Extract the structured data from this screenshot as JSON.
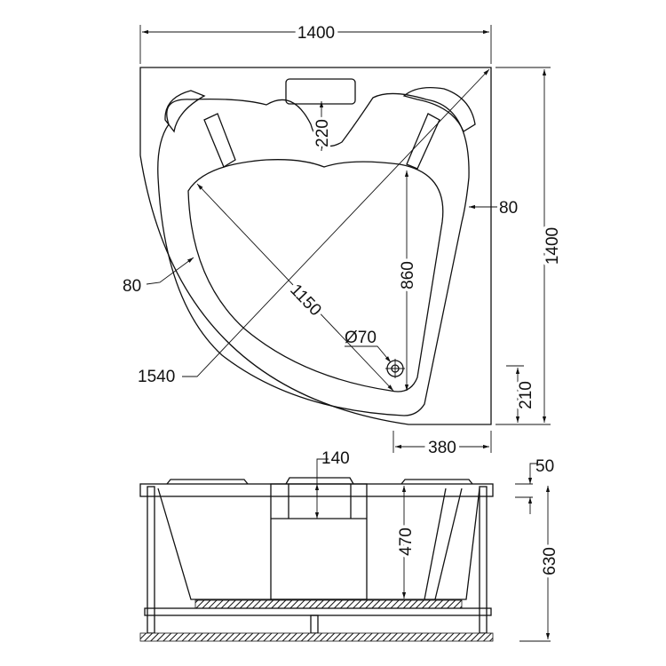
{
  "top_view": {
    "width_label": "1400",
    "depth_label": "1400",
    "headrest_label": "220",
    "rim_right_label": "80",
    "rim_left_label": "80",
    "inner_depth_label": "860",
    "inner_diagonal_label": "1150",
    "drain_label": "Ø70",
    "diagonal_label": "1540",
    "drain_offset_label": "210",
    "front_width_label": "380"
  },
  "side_view": {
    "headrest_height_label": "140",
    "rim_thickness_label": "50",
    "inner_height_label": "470",
    "total_height_label": "630"
  }
}
